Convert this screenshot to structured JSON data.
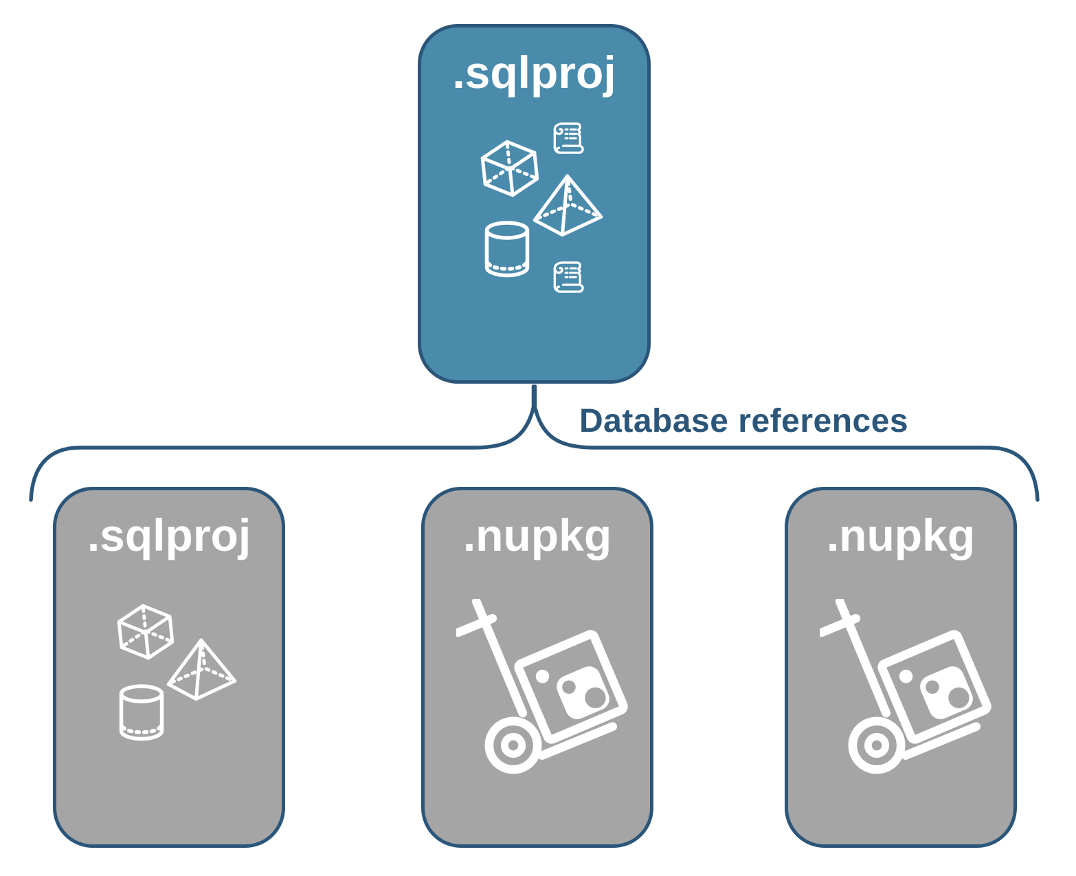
{
  "diagram": {
    "root": {
      "label": ".sqlproj",
      "icons": [
        "script-scroll-icon",
        "cube-icon",
        "pyramid-icon",
        "database-cylinder-icon",
        "script-scroll-icon"
      ]
    },
    "edge_label": "Database references",
    "children": [
      {
        "label": ".sqlproj",
        "icons": [
          "cube-icon",
          "pyramid-icon",
          "database-cylinder-icon"
        ]
      },
      {
        "label": ".nupkg",
        "icons": [
          "nuget-package-dolly-icon"
        ]
      },
      {
        "label": ".nupkg",
        "icons": [
          "nuget-package-dolly-icon"
        ]
      }
    ],
    "colors": {
      "root_fill": "#4a8bac",
      "child_fill": "#a5a5a5",
      "outline": "#2b567a",
      "icon": "#ffffff",
      "background": "#ffffff"
    }
  }
}
